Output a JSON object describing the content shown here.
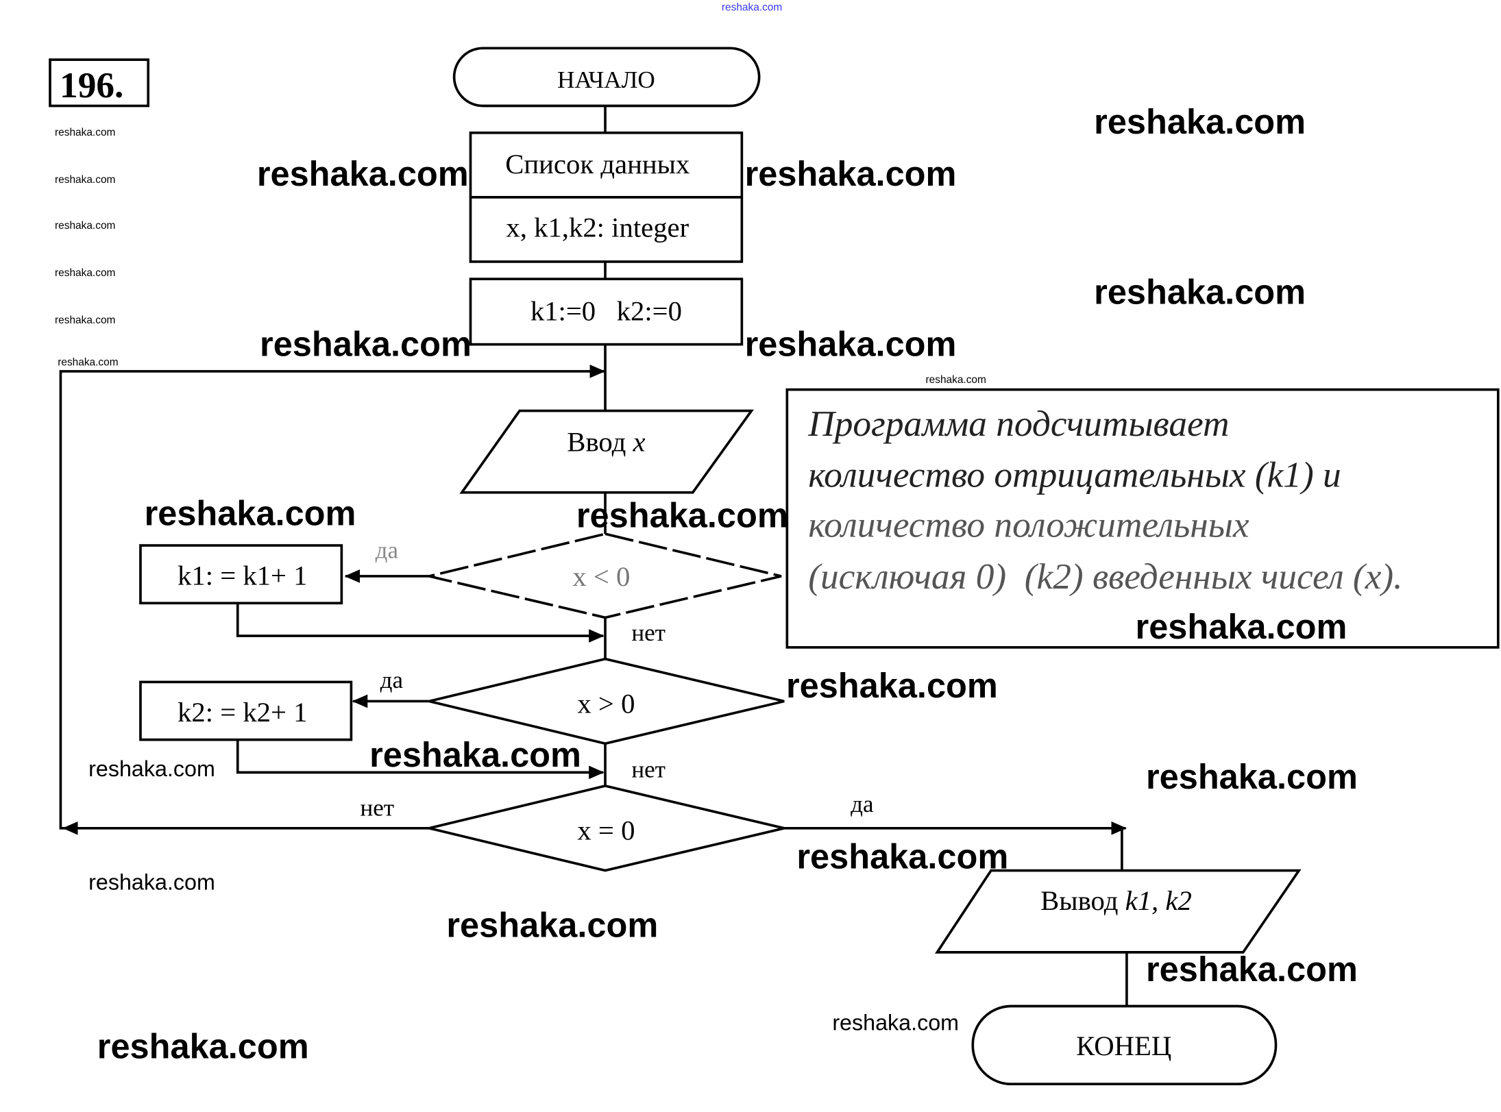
{
  "problem_number": "196.",
  "flowchart": {
    "start": "НАЧАЛО",
    "data_header": "Список данных",
    "data_decl": "x, k1,k2: integer",
    "init": "k1:=0   k2:=0",
    "input_word": "Ввод",
    "input_var": "x",
    "cond1": "x < 0",
    "action1": "k1: = k1+ 1",
    "cond2": "x > 0",
    "action2": "k2: = k2+ 1",
    "cond3": "x = 0",
    "output_word": "Вывод",
    "output_vars": "k1, k2",
    "end": "КОНЕЦ",
    "yes": "да",
    "no": "нет"
  },
  "note": {
    "lines": [
      "Программа подсчитывает",
      "количество отрицательных (k1) и",
      "количество положительных",
      "(исключая 0)  (k2) введенных чисел (x)."
    ]
  },
  "watermark": "reshaka.com"
}
